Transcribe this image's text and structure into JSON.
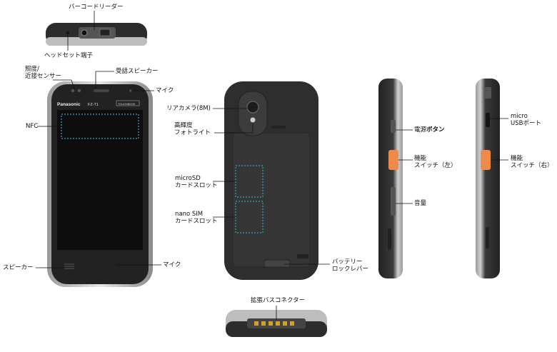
{
  "labels": {
    "barcode_reader": "バーコードリーダー",
    "headset_jack": "ヘッドセット端子",
    "ambient_proximity_line1": "照度/",
    "ambient_proximity_line2": "近接センサー",
    "receiver_speaker": "受話スピーカー",
    "mic_top": "マイク",
    "nfc": "NFC",
    "speaker": "スピーカー",
    "mic_bottom": "マイク",
    "rear_camera": "リアカメラ(8M)",
    "photo_light_line1": "高輝度",
    "photo_light_line2": "フォトライト",
    "microsd_line1": "microSD",
    "microsd_line2": "カードスロット",
    "nanosim_line1": "nano SIM",
    "nanosim_line2": "カードスロット",
    "battery_lock_line1": "バッテリー",
    "battery_lock_line2": "ロックレバー",
    "power_prefix": "電源",
    "power_suffix": "ボタン",
    "func_left_line1": "機能",
    "func_left_line2": "スイッチ（左）",
    "volume": "音量",
    "micro_usb_line1": "micro",
    "micro_usb_line2": "USBポート",
    "func_right_line1": "機能",
    "func_right_line2": "スイッチ（右）",
    "expansion_connector": "拡張バスコネクター"
  },
  "device_text": {
    "brand": "Panasonic",
    "model": "FZ-T1",
    "badge": "TOUGHBOOK"
  },
  "colors": {
    "device_body": "#2a2a2a",
    "device_frame": "#c8c8c8",
    "screen": "#0d0d0d",
    "function_switch": "#f08a4b",
    "callout_box": "#2aa6b8",
    "leader_line": "#111111"
  }
}
